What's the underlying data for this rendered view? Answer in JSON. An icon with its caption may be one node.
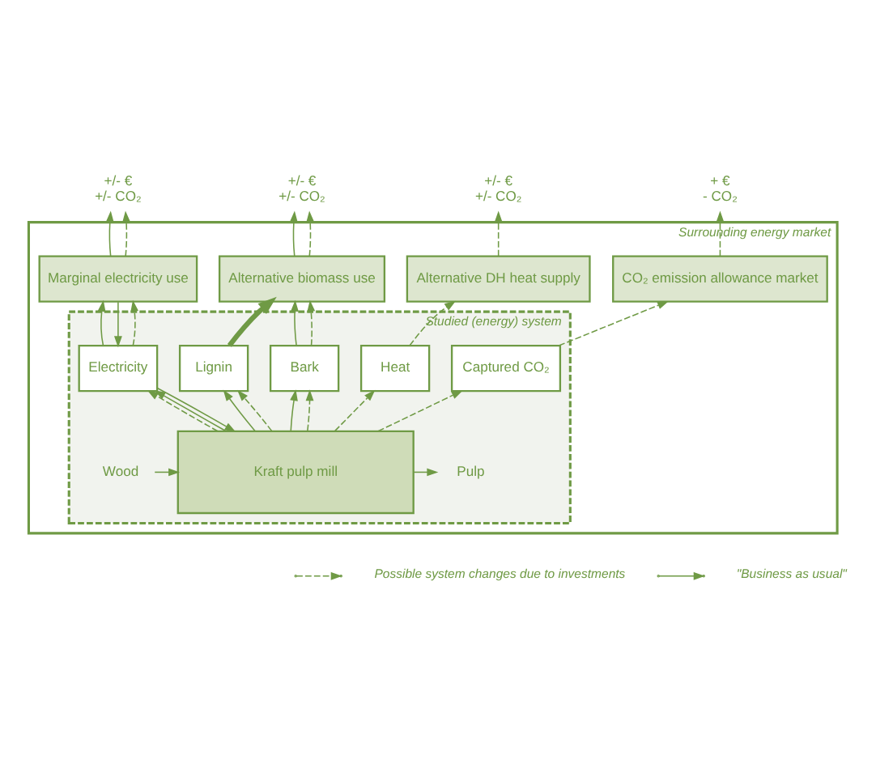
{
  "diagram": {
    "nodes": [
      {
        "text": [
          "Surrounding energy market"
        ]
      },
      {
        "text": [
          "Marginal electricity use"
        ],
        "in": 0
      },
      {
        "text": [
          "Alternative biomass use"
        ],
        "in": 0
      },
      {
        "text": [
          "Alternative DH heat supply"
        ],
        "in": 0
      },
      {
        "text": [
          "CO₂ emission allowance market"
        ],
        "in": 0
      },
      {
        "text": [
          "Studied (energy) system"
        ],
        "in": 0
      },
      {
        "text": [
          "Electricity"
        ],
        "in": 5
      },
      {
        "text": [
          "Lignin"
        ],
        "in": 5
      },
      {
        "text": [
          "Bark"
        ],
        "in": 5
      },
      {
        "text": [
          "Heat"
        ],
        "in": 5
      },
      {
        "text": [
          "Captured CO₂"
        ],
        "in": 5
      },
      {
        "text": [
          "Kraft pulp mill"
        ],
        "in": 5
      },
      {
        "text": [
          "Wood"
        ],
        "in": 5
      },
      {
        "text": [
          "Pulp"
        ],
        "in": 5
      },
      {
        "text": [
          "+/- €",
          "+/- CO₂"
        ]
      },
      {
        "text": [
          "+/- €",
          "+/- CO₂"
        ]
      },
      {
        "text": [
          "+/- €",
          "+/- CO₂"
        ]
      },
      {
        "text": [
          "+ €",
          "- CO₂"
        ]
      }
    ],
    "edges": [
      {
        "from": 1,
        "to": 14,
        "arrow": "to"
      },
      {
        "from": 1,
        "to": 14,
        "arrow": "to",
        "style": "dashed"
      },
      {
        "from": 2,
        "to": 15,
        "arrow": "to"
      },
      {
        "from": 2,
        "to": 15,
        "arrow": "to",
        "style": "dashed"
      },
      {
        "from": 3,
        "to": 16,
        "arrow": "to",
        "style": "dashed"
      },
      {
        "from": 4,
        "to": 17,
        "arrow": "to",
        "style": "dashed"
      },
      {
        "from": 6,
        "to": 1,
        "arrow": "to"
      },
      {
        "from": 1,
        "to": 6,
        "arrow": "to"
      },
      {
        "from": 6,
        "to": 1,
        "arrow": "to",
        "style": "dashed"
      },
      {
        "from": 7,
        "to": 2,
        "arrow": "to",
        "style": "thick"
      },
      {
        "from": 8,
        "to": 2,
        "arrow": "to"
      },
      {
        "from": 8,
        "to": 2,
        "arrow": "to",
        "style": "dashed"
      },
      {
        "from": 9,
        "to": 3,
        "arrow": "to",
        "style": "dashed"
      },
      {
        "from": 10,
        "to": 4,
        "arrow": "to",
        "style": "dashed"
      },
      {
        "from": 11,
        "to": 6,
        "arrow": "to"
      },
      {
        "from": 6,
        "to": 11,
        "arrow": "to"
      },
      {
        "from": 11,
        "to": 6,
        "arrow": "to",
        "style": "dashed"
      },
      {
        "from": 11,
        "to": 7,
        "arrow": "to"
      },
      {
        "from": 11,
        "to": 7,
        "arrow": "to",
        "style": "dashed"
      },
      {
        "from": 11,
        "to": 8,
        "arrow": "to"
      },
      {
        "from": 11,
        "to": 8,
        "arrow": "to",
        "style": "dashed"
      },
      {
        "from": 11,
        "to": 9,
        "arrow": "to",
        "style": "dashed"
      },
      {
        "from": 11,
        "to": 10,
        "arrow": "to",
        "style": "dashed"
      },
      {
        "from": 12,
        "to": 11,
        "arrow": "to"
      },
      {
        "from": 11,
        "to": 13,
        "arrow": "to"
      }
    ],
    "legend": [
      {
        "text": "Possible system changes due to investments"
      },
      {
        "text": "\"Business as usual\""
      }
    ]
  }
}
